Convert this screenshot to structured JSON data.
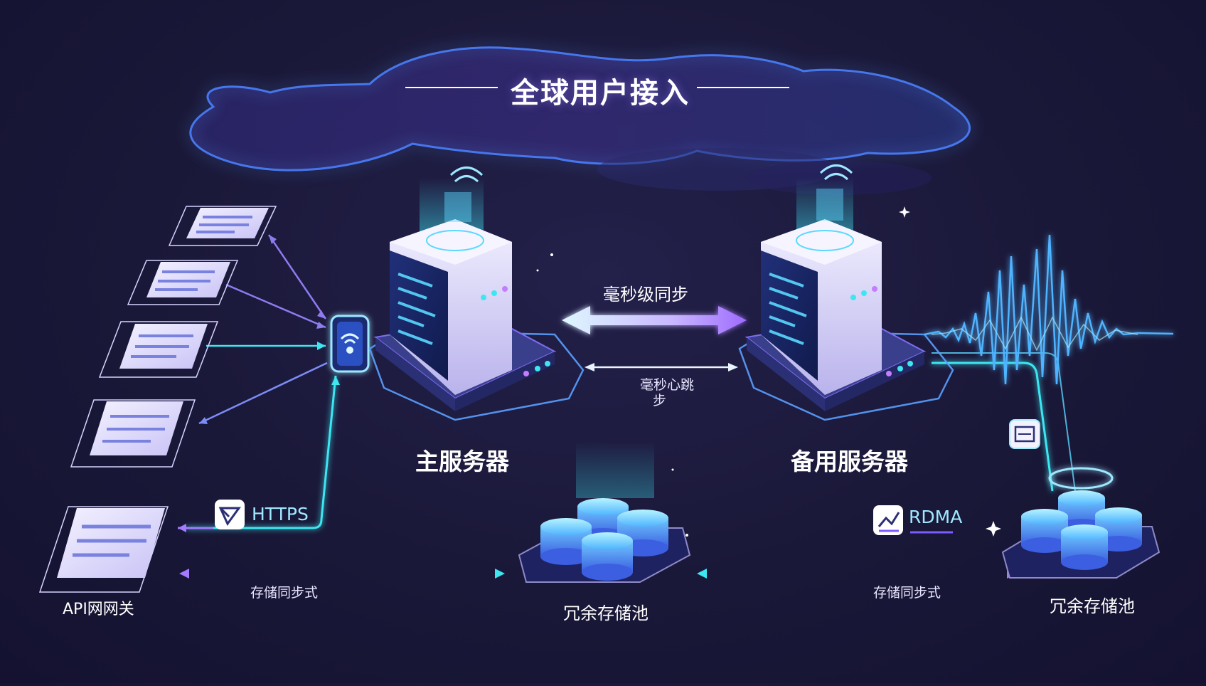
{
  "title": "全球用户接入",
  "servers": {
    "primary": "主服务器",
    "backup": "备用服务器"
  },
  "links": {
    "sync_top": "毫秒级同步",
    "sync_middle_line1": "毫秒心跳",
    "sync_middle_line2": "步",
    "storage_left": "存储同步式",
    "storage_right": "存储同步式"
  },
  "protocols": {
    "https": "HTTPS",
    "rdma": "RDMA"
  },
  "gateway": "API网网关",
  "storage": {
    "pool_left": "冗余存储池",
    "pool_right": "冗余存储池"
  },
  "icons": {
    "https": "send-icon",
    "rdma": "chart-icon",
    "device": "wifi-icon",
    "small_panel": "panel-icon"
  },
  "colors": {
    "background": "#1a1838",
    "cyan": "#3ee6f0",
    "violet": "#a37bff",
    "blue": "#4a7dff"
  }
}
